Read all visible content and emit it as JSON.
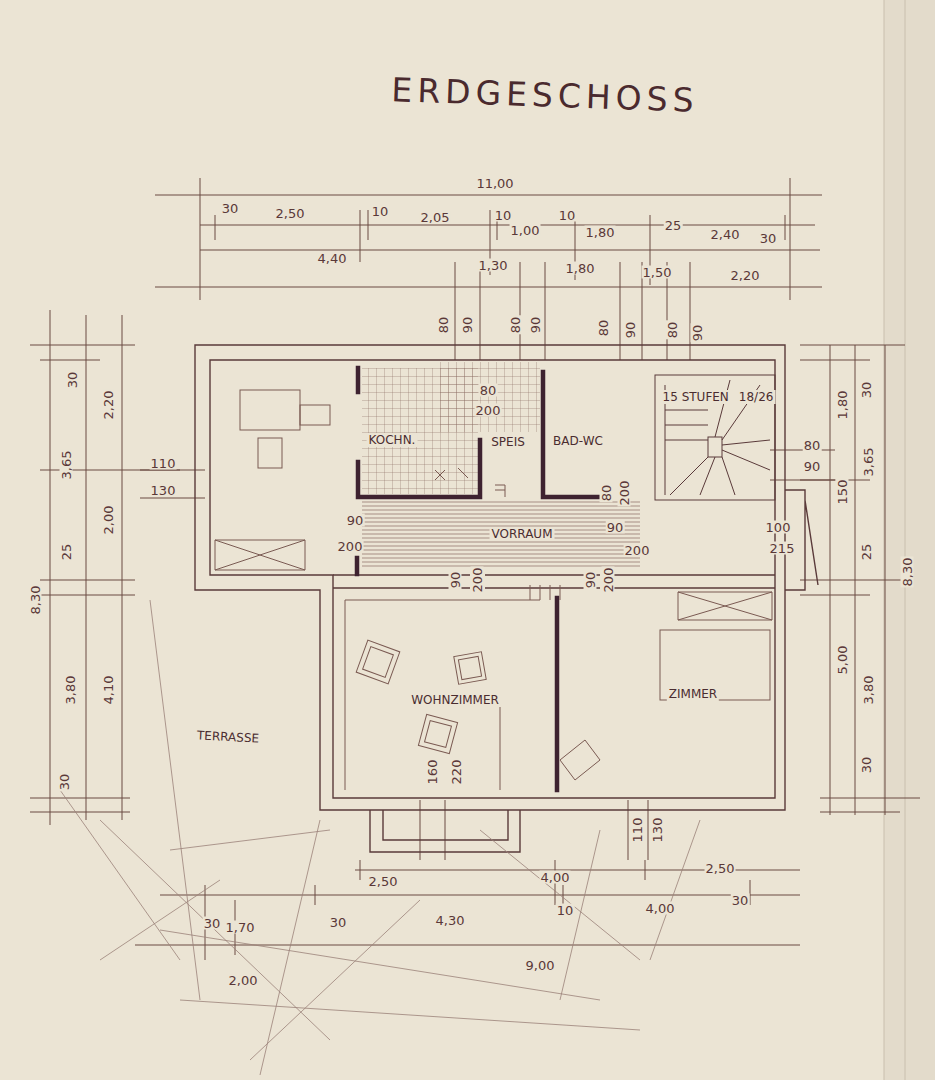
{
  "diagram": {
    "title": "ERDGESCHOSS",
    "nodes": [
      {
        "text": [
          "KOCHN."
        ]
      },
      {
        "text": [
          "SPEIS"
        ]
      },
      {
        "text": [
          "BAD-WC"
        ]
      },
      {
        "text": [
          "VORRAUM"
        ]
      },
      {
        "text": [
          "WOHNZIMMER"
        ]
      },
      {
        "text": [
          "ZIMMER"
        ]
      },
      {
        "text": [
          "TERRASSE"
        ]
      },
      {
        "text": [
          "15 STUFEN",
          "18/26"
        ]
      }
    ],
    "labels": [
      "11,00",
      "30",
      "2,50",
      "10",
      "2,05",
      "10",
      "1,00",
      "10",
      "1,80",
      "25",
      "2,40",
      "30",
      "4,40",
      "1,30",
      "1,80",
      "1,50",
      "2,20",
      "80",
      "90",
      "80",
      "90",
      "80",
      "90",
      "80",
      "90",
      "30",
      "2,20",
      "3,65",
      "25",
      "2,00",
      "8,30",
      "3,80",
      "4,10",
      "30",
      "110",
      "130",
      "80",
      "200",
      "90",
      "200",
      "80",
      "200",
      "90",
      "200",
      "90",
      "200",
      "90",
      "200",
      "80",
      "90",
      "150",
      "100",
      "215",
      "30",
      "1,80",
      "3,65",
      "25",
      "8,30",
      "5,00",
      "3,80",
      "30",
      "160",
      "220",
      "110",
      "130",
      "2,50",
      "4,00",
      "2,50",
      "30",
      "1,70",
      "30",
      "4,30",
      "10",
      "4,00",
      "30",
      "9,00",
      "2,00"
    ]
  }
}
